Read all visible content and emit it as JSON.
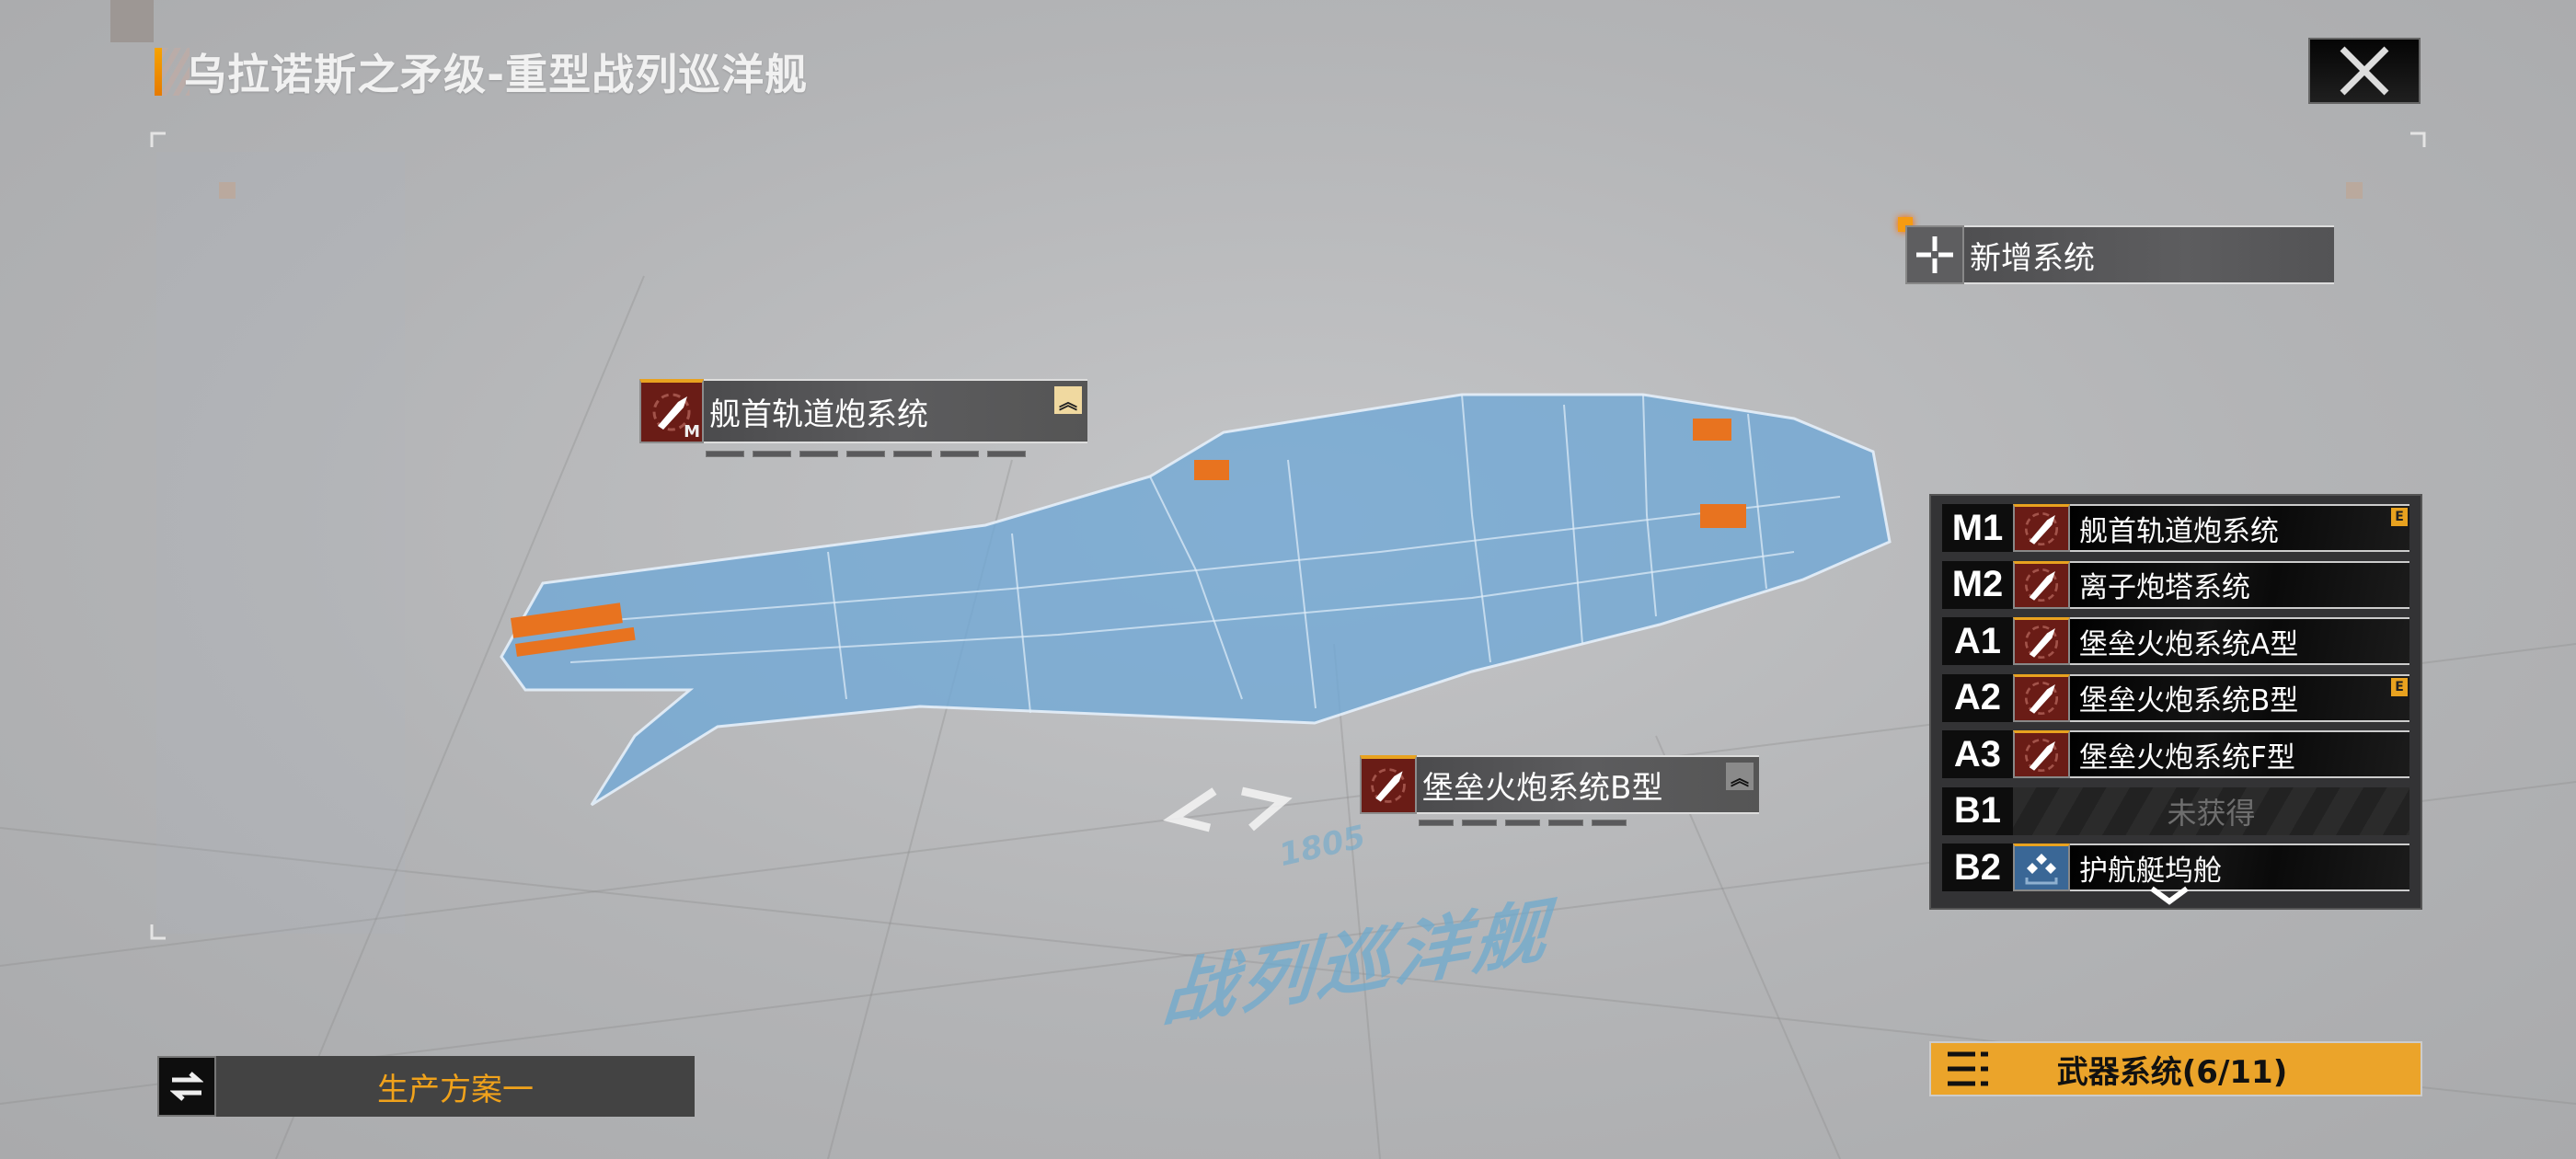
{
  "header": {
    "title": "乌拉诺斯之矛级-重型战列巡洋舰",
    "close_icon": "close-icon"
  },
  "add_system": {
    "label": "新增系统",
    "icon": "crosshair-plus-icon"
  },
  "callouts": [
    {
      "label": "舰首轨道炮系统",
      "badge": "M",
      "icon": "shell-icon",
      "chevron": "double-chevron-up-icon"
    },
    {
      "label": "堡垒火炮系统B型",
      "icon": "shell-icon",
      "chevron": "double-chevron-up-icon"
    }
  ],
  "watermark": {
    "text": "战列巡洋舰",
    "number": "1805"
  },
  "systems": [
    {
      "slot": "M1",
      "name": "舰首轨道炮系统",
      "badge": "E",
      "icon": "shell-icon"
    },
    {
      "slot": "M2",
      "name": "离子炮塔系统",
      "icon": "shell-icon"
    },
    {
      "slot": "A1",
      "name": "堡垒火炮系统A型",
      "icon": "shell-icon"
    },
    {
      "slot": "A2",
      "name": "堡垒火炮系统B型",
      "badge": "E",
      "icon": "shell-icon"
    },
    {
      "slot": "A3",
      "name": "堡垒火炮系统F型",
      "icon": "shell-icon"
    },
    {
      "slot": "B1",
      "name": "未获得",
      "locked": true
    },
    {
      "slot": "B2",
      "name": "护航艇坞舱",
      "icon": "hangar-icon"
    }
  ],
  "weapon_button": {
    "label": "武器系统(6/11)"
  },
  "plan_button": {
    "label": "生产方案一",
    "icon": "swap-icon"
  },
  "colors": {
    "accent": "#eba42a",
    "weapon_icon_bg": "#6a1c16",
    "hangar_icon_bg": "#3a6796",
    "ship": "#6fa8d6"
  }
}
